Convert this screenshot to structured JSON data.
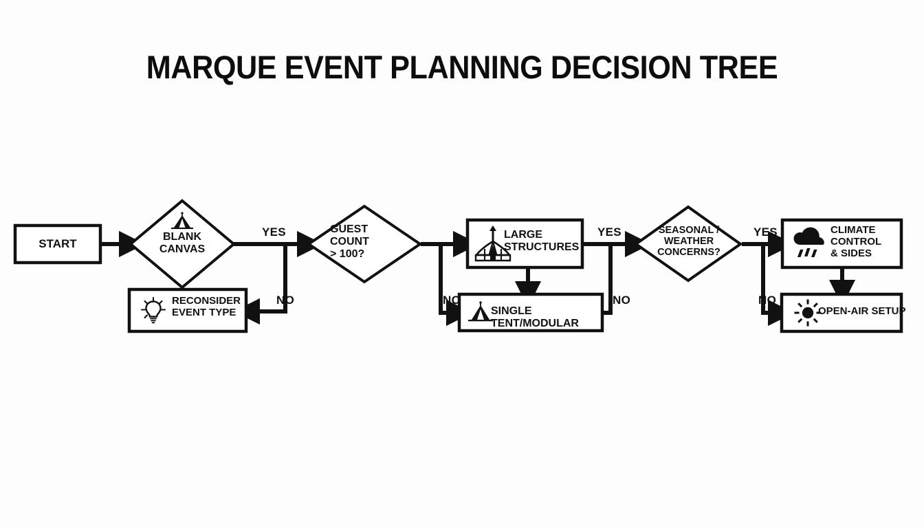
{
  "page": {
    "title": "MARQUE EVENT PLANNING DECISION TREE",
    "background_color": "#fdfdfd",
    "ink_color": "#111111"
  },
  "nodes": {
    "start": {
      "label": "START",
      "shape": "rectangle",
      "icon": "none"
    },
    "blank_canvas": {
      "label": "BLANK\nCANVAS",
      "shape": "diamond",
      "icon": "tent-icon"
    },
    "reconsider": {
      "label": "RECONSIDER\nEVENT TYPE",
      "shape": "rectangle",
      "icon": "lightbulb-icon"
    },
    "guest_count": {
      "label": "GUEST\nCOUNT\n> 100?",
      "shape": "diamond",
      "icon": "none"
    },
    "large_structures": {
      "label": "LARGE\nSTRUCTURES",
      "shape": "rectangle",
      "icon": "big-top-tent-icon"
    },
    "single_tent": {
      "label": "SINGLE TENT/MODULAR",
      "shape": "rectangle",
      "icon": "teepee-icon"
    },
    "seasonal_weather": {
      "label": "SEASONAL /\nWEATHER\nCONCERNS?",
      "shape": "diamond",
      "icon": "none"
    },
    "climate_control": {
      "label": "CLIMATE\nCONTROL\n& SIDES",
      "shape": "rectangle",
      "icon": "rain-cloud-icon"
    },
    "open_air": {
      "label": "OPEN-AIR SETUP",
      "shape": "rectangle",
      "icon": "sun-icon"
    }
  },
  "edge_labels": {
    "blank_yes": "YES",
    "blank_no": "NO",
    "guest_no": "NO",
    "large_yes": "YES",
    "single_no": "NO",
    "season_yes": "YES",
    "season_no": "NO"
  }
}
